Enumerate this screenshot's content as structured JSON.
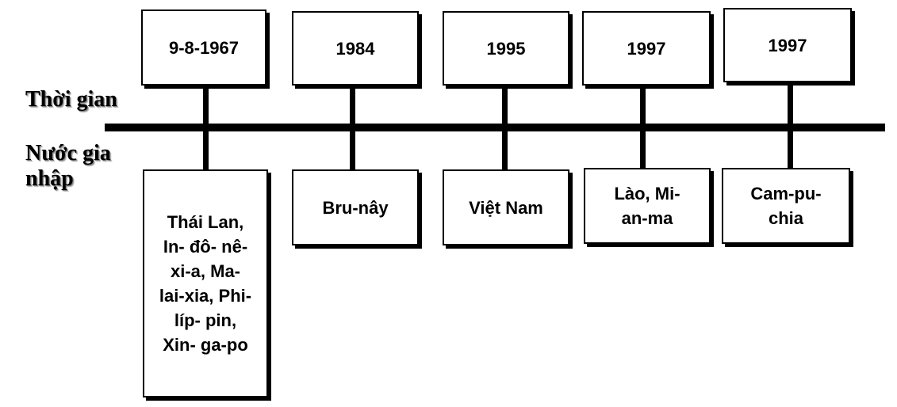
{
  "labels": {
    "time": "Thời gian",
    "country": "Nước gia nhập"
  },
  "events": [
    {
      "year": "9-8-1967",
      "countries": "Thái Lan, In- đô- nê- xi-a, Ma- lai-xia, Phi- líp- pin, Xin- ga-po"
    },
    {
      "year": "1984",
      "countries": "Bru-nây"
    },
    {
      "year": "1995",
      "countries": "Việt Nam"
    },
    {
      "year": "1997",
      "countries": "Lào, Mi- an-ma"
    },
    {
      "year": "1997",
      "countries": "Cam-pu- chia"
    }
  ],
  "colors": {
    "line": "#000000",
    "box_border": "#000000",
    "box_background": "#ffffff"
  }
}
